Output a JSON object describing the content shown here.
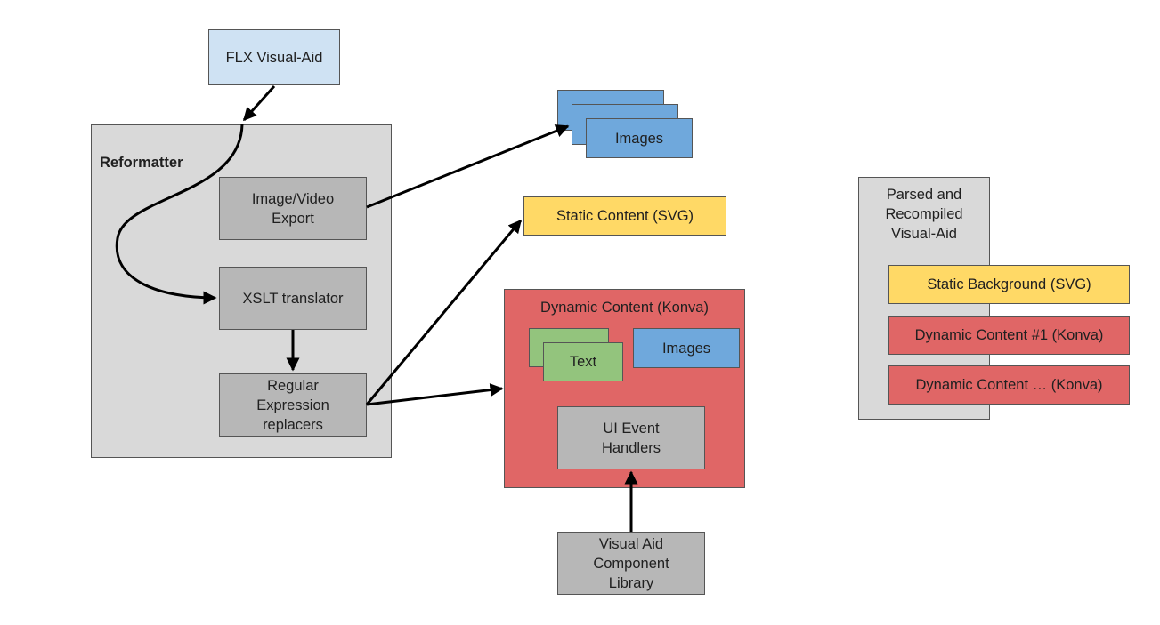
{
  "colors": {
    "light_blue": "#cfe2f3",
    "gray_container": "#d9d9d9",
    "gray_box": "#b7b7b7",
    "blue": "#6fa8dc",
    "yellow": "#ffd966",
    "red": "#e06666",
    "green": "#93c47d",
    "arrow": "#000000"
  },
  "nodes": {
    "flx_visual_aid": "FLX Visual-Aid",
    "reformatter": "Reformatter",
    "image_video_export": [
      "Image/Video",
      "Export"
    ],
    "xslt_translator": "XSLT translator",
    "regex_replacers": [
      "Regular",
      "Expression",
      "replacers"
    ],
    "images_stack": "Images",
    "static_content": "Static Content (SVG)",
    "dynamic_content": "Dynamic Content (Konva)",
    "text": "Text",
    "images_inner": "Images",
    "ui_event_handlers": [
      "UI Event",
      "Handlers"
    ],
    "component_library": [
      "Visual Aid",
      "Component",
      "Library"
    ],
    "parsed_recompiled": [
      "Parsed and",
      "Recompiled",
      "Visual-Aid"
    ],
    "static_background": "Static Background (SVG)",
    "dynamic_content_1": "Dynamic Content #1 (Konva)",
    "dynamic_content_n": "Dynamic Content … (Konva)"
  }
}
